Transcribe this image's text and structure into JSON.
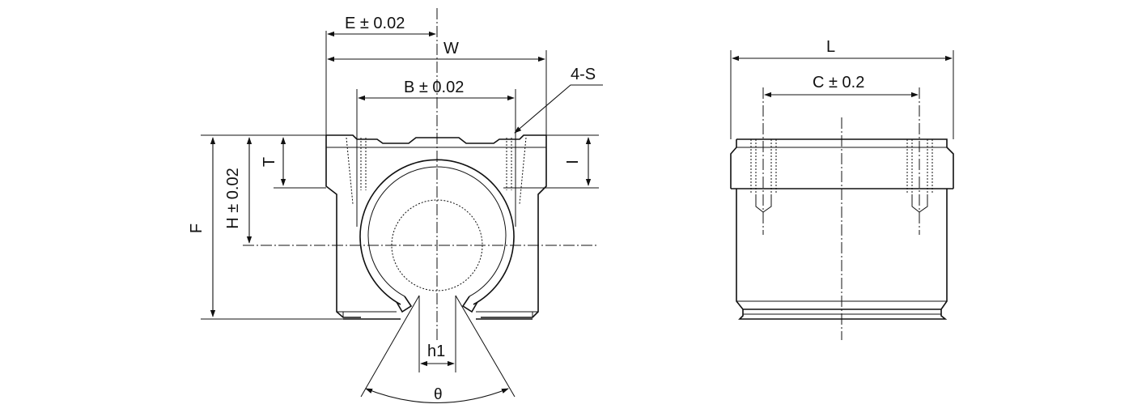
{
  "drawing": {
    "front_view": {
      "dimensions": {
        "E": "E ± 0.02",
        "W": "W",
        "B": "B ± 0.02",
        "S": "4-S",
        "T": "T",
        "I": "I",
        "H": "H ± 0.02",
        "F": "F",
        "h1": "h1",
        "theta": "θ"
      }
    },
    "side_view": {
      "dimensions": {
        "L": "L",
        "C": "C ± 0.2"
      }
    }
  }
}
